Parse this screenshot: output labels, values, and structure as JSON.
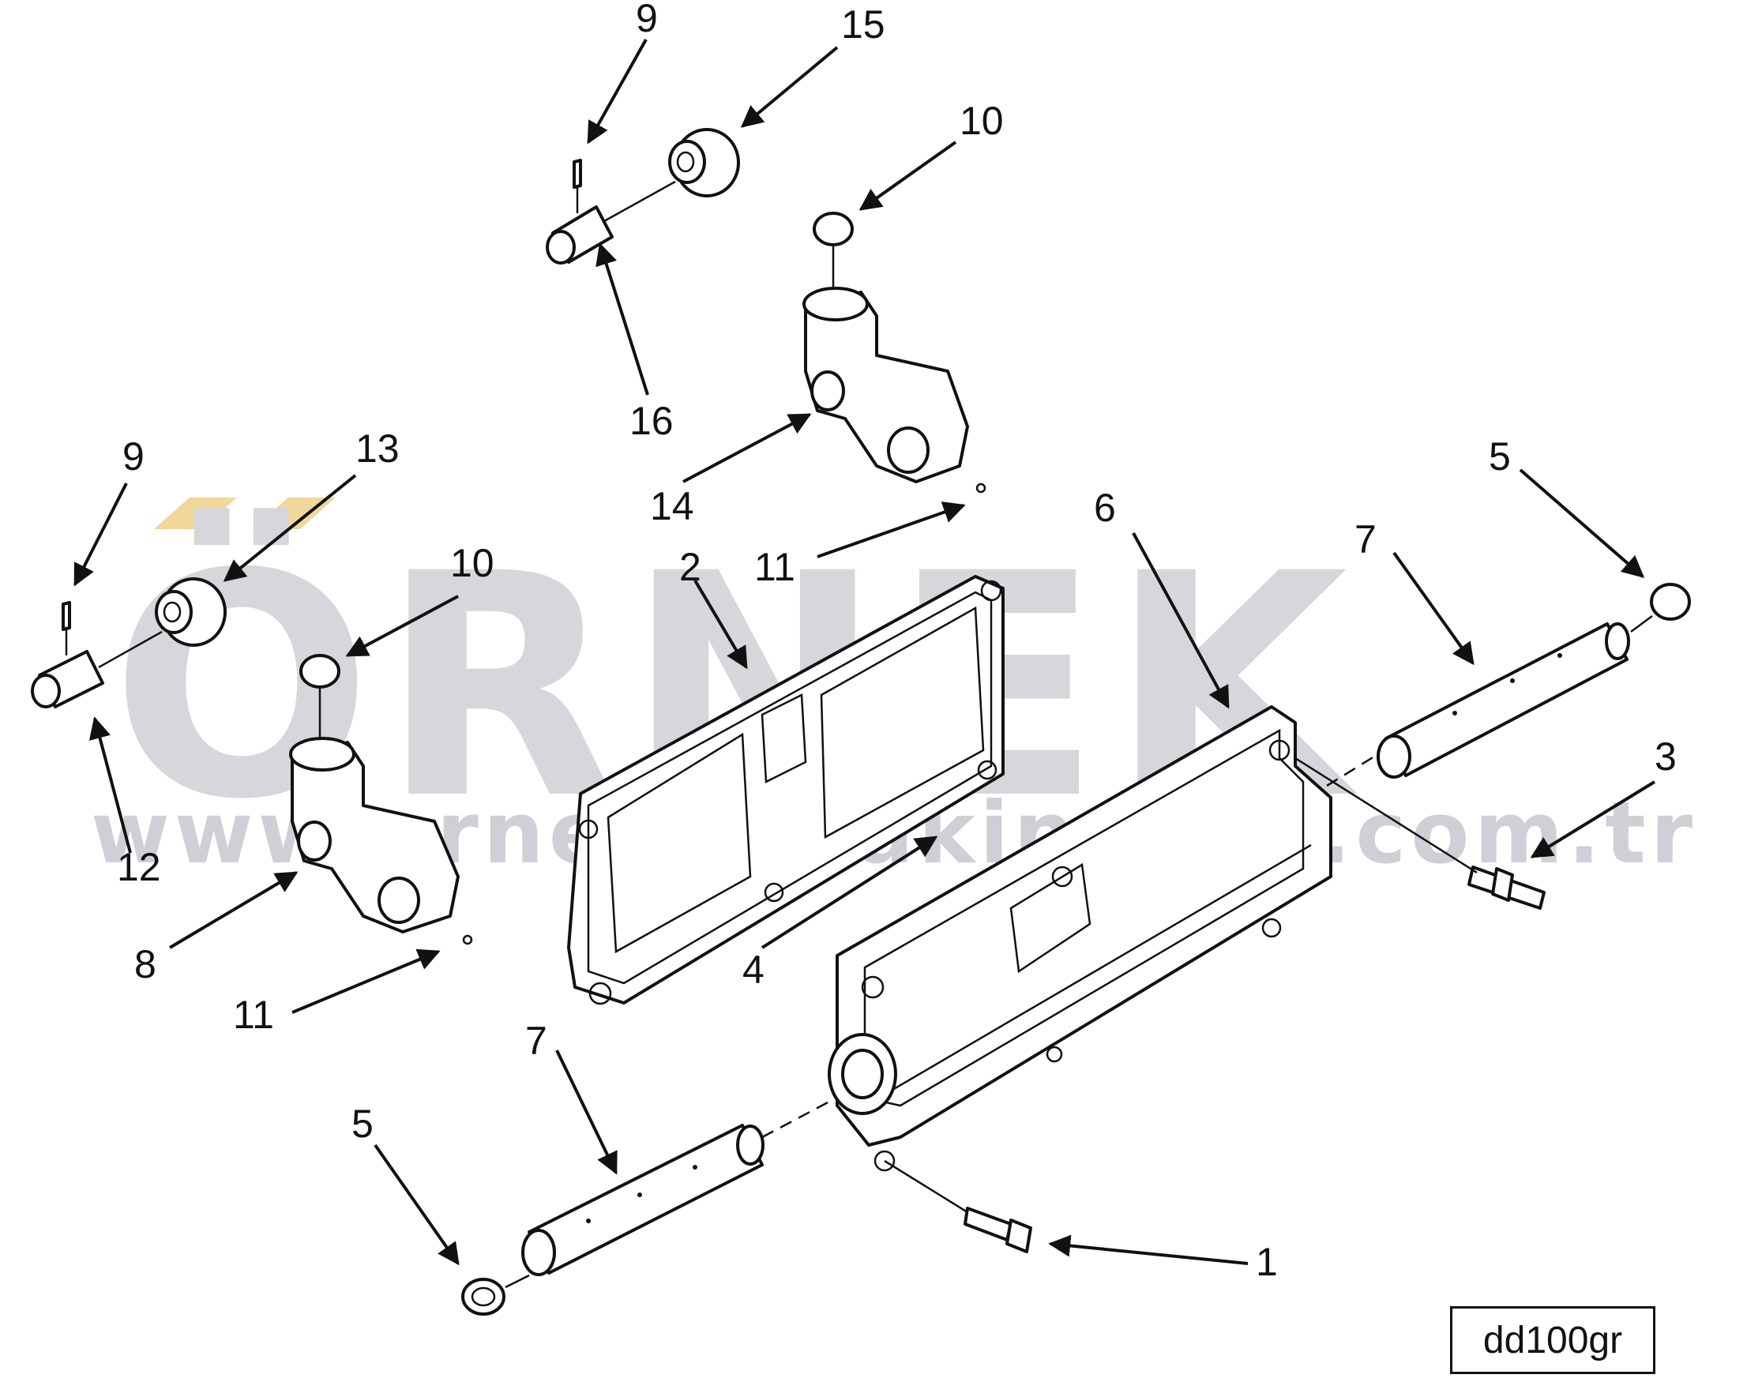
{
  "diagram": {
    "watermark": {
      "brand": "ÖRNEK",
      "url": "www.orneki̇smaki̇nalari.com.tr"
    },
    "drawing_code": "dd100gr",
    "watermark_color": "#d6d6db",
    "accent_color": "#f0d89a",
    "callouts": {
      "c1": "1",
      "c2": "2",
      "c3": "3",
      "c4": "4",
      "c5a": "5",
      "c5b": "5",
      "c6": "6",
      "c7a": "7",
      "c7b": "7",
      "c8": "8",
      "c9a": "9",
      "c9b": "9",
      "c10a": "10",
      "c10b": "10",
      "c11a": "11",
      "c11b": "11",
      "c12": "12",
      "c13": "13",
      "c14": "14",
      "c15": "15",
      "c16": "16"
    }
  }
}
